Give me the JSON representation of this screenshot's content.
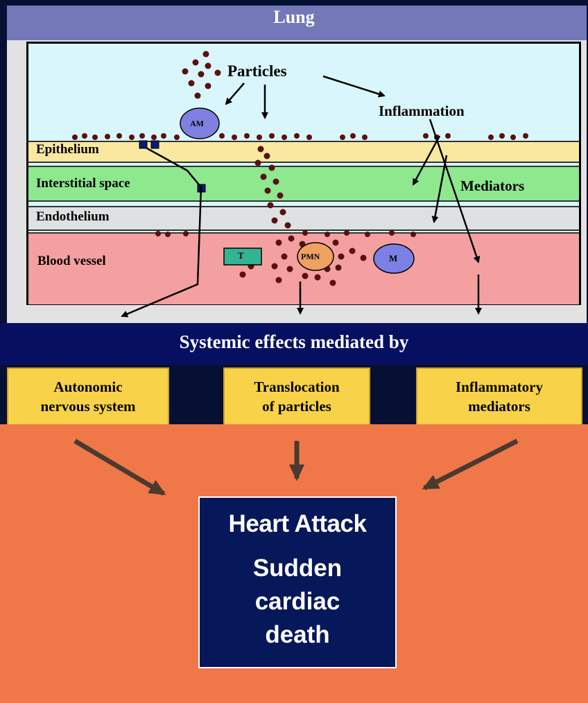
{
  "diagram": {
    "title": "Lung",
    "layers": {
      "epithelium": "Epithelium",
      "interstitial": "Interstitial space",
      "endothelium": "Endothelium",
      "blood_vessel": "Blood vessel"
    },
    "labels": {
      "particles": "Particles",
      "inflammation": "Inflammation",
      "mediators": "Mediators"
    },
    "cells": {
      "am": "AM",
      "t": "T",
      "pmn": "PMN",
      "m": "M"
    },
    "systemic_title": "Systemic effects mediated by",
    "mechanisms": [
      {
        "line1": "Autonomic",
        "line2": "nervous system"
      },
      {
        "line1": "Translocation",
        "line2": "of particles"
      },
      {
        "line1": "Inflammatory",
        "line2": "mediators"
      }
    ],
    "outcome": {
      "line1": "Heart Attack",
      "line2": "Sudden",
      "line3": "cardiac",
      "line4": "death"
    },
    "colors": {
      "lung_header": "#7478b8",
      "alveolar_space": "#d8f6fb",
      "epithelium": "#fbe8a0",
      "interstitial": "#8ee88e",
      "endothelium": "#dde1e1",
      "blood_vessel": "#f5a0a0",
      "systemic_band": "#071060",
      "mechanism_box": "#f8d248",
      "bottom_panel": "#f07848",
      "outcome_box": "#06185a",
      "particle": "#5a1010"
    }
  }
}
